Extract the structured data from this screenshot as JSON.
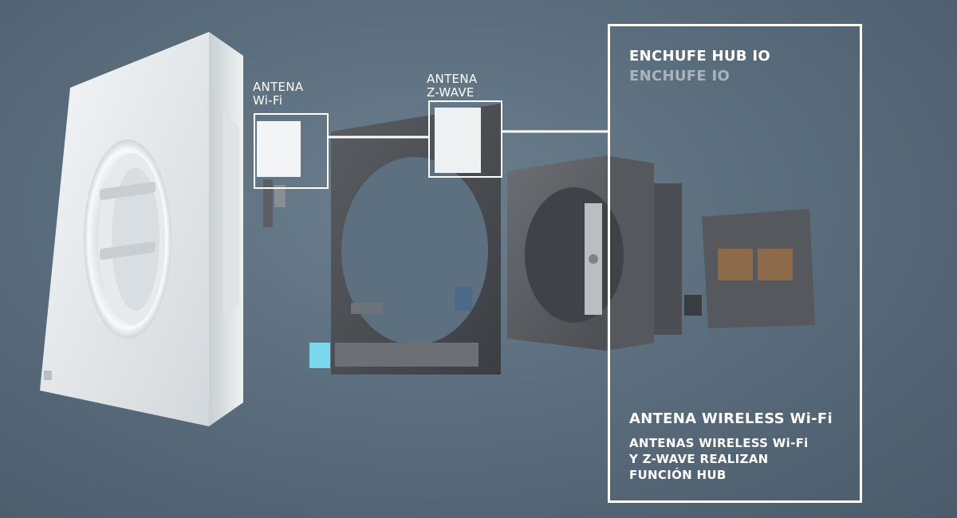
{
  "callouts": {
    "wifi_antenna": {
      "line1": "ANTENA",
      "line2": "Wi-Fi"
    },
    "zwave_antenna": {
      "line1": "ANTENA",
      "line2": "Z-WAVE"
    }
  },
  "info_panel": {
    "title": "ENCHUFE HUB IO",
    "subtitle": "ENCHUFE IO",
    "feature_title": "ANTENA WIRELESS Wi-Fi",
    "feature_lines": [
      "ANTENAS WIRELESS Wi-Fi",
      "Y Z-WAVE REALIZAN",
      "FUNCIÓN HUB"
    ]
  },
  "colors": {
    "background": "#5b6e7e",
    "frame_white": "#ffffff",
    "subtitle_gray": "#a9b3bc",
    "led_cyan": "#7fe9ff"
  }
}
